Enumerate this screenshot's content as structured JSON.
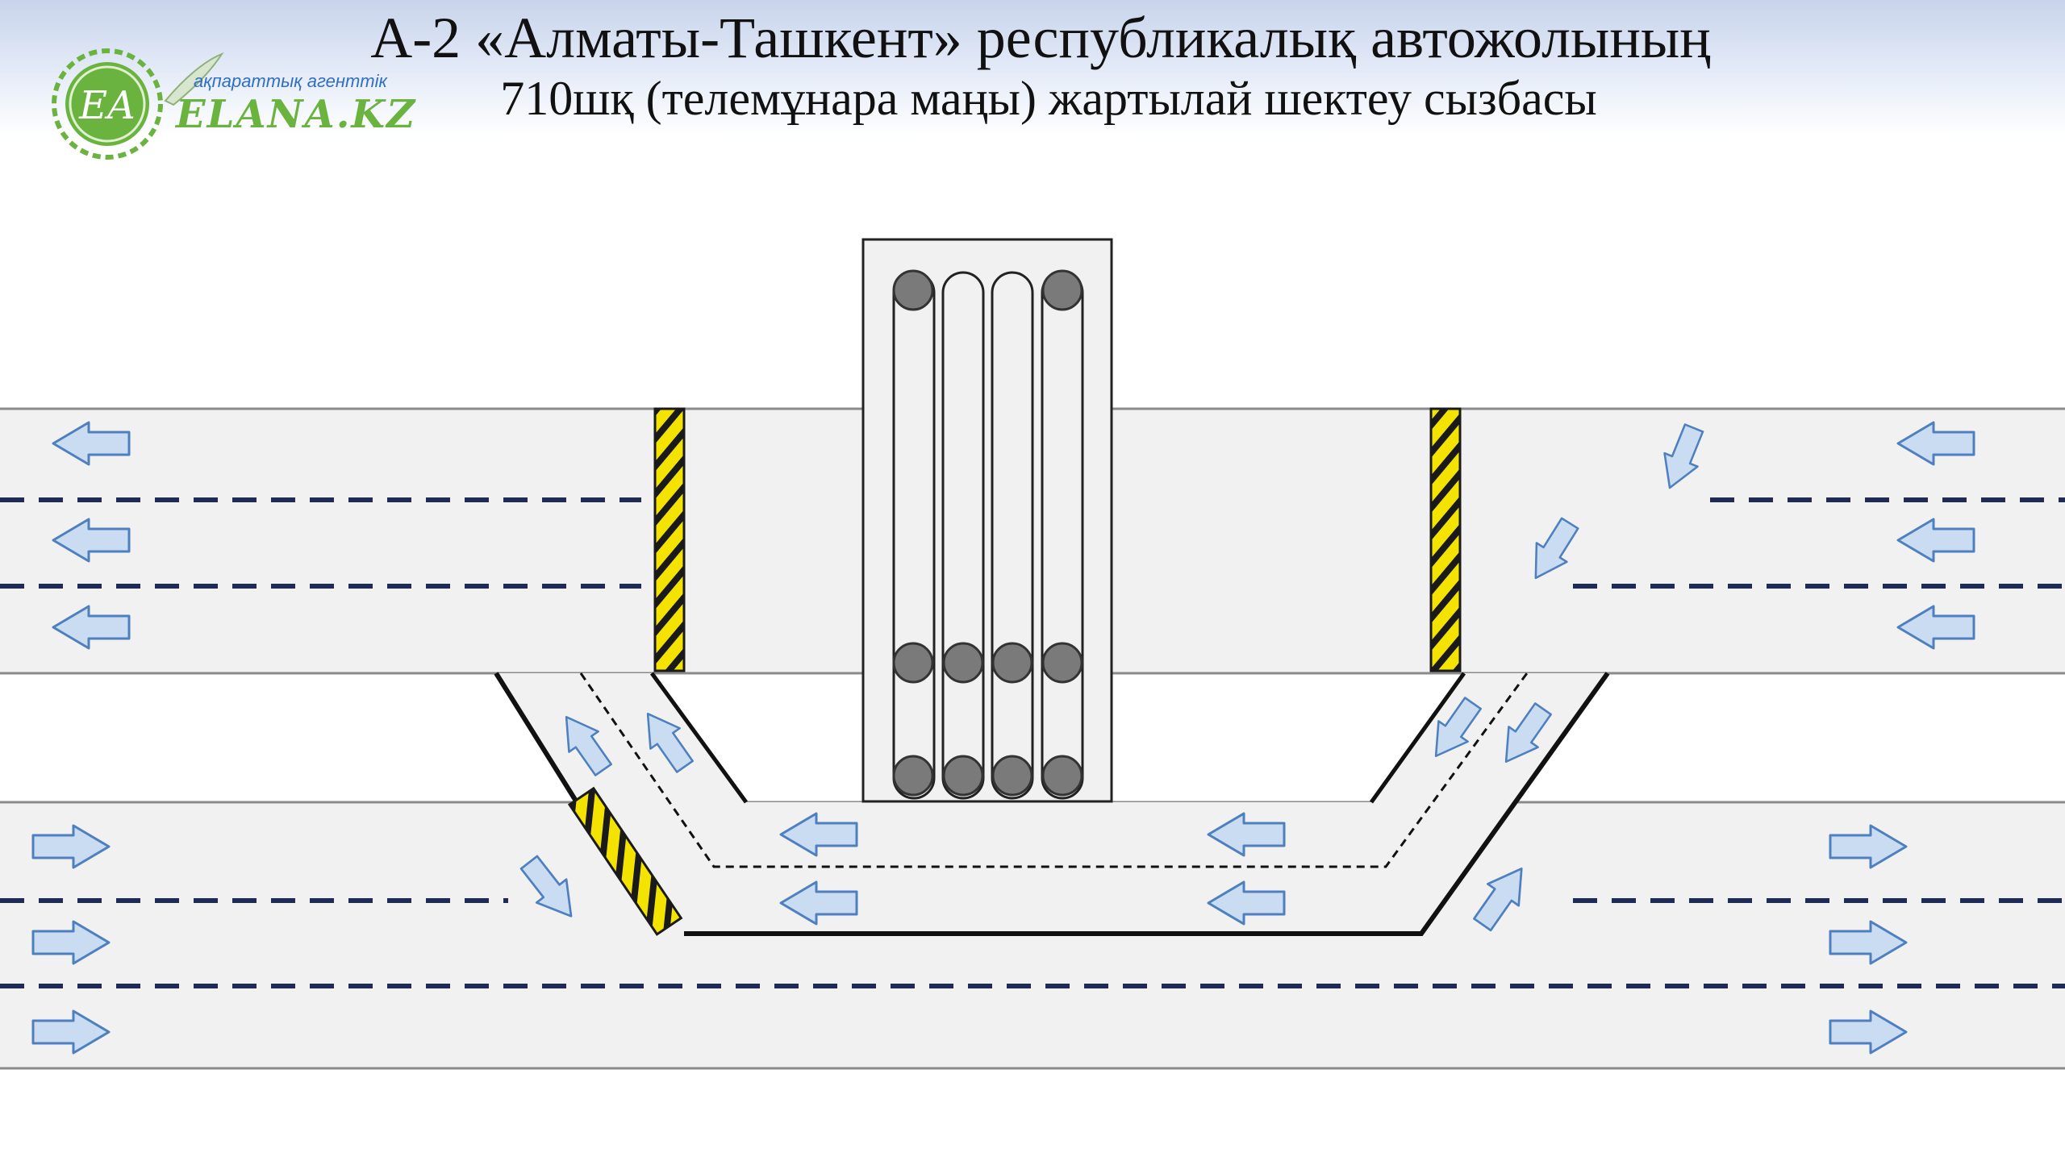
{
  "header": {
    "title_line_1": "А-2  «Алматы-Ташкент»  республикалық  автожолының",
    "title_line_2": "710шқ (телемұнара маңы) жартылай шектеу сызбасы"
  },
  "logo": {
    "monogram": "EA",
    "caption": "ақпараттық агенттік",
    "name": "ELANA.KZ"
  },
  "colors": {
    "road": "#f1f1f1",
    "road_edge": "#8a8a8a",
    "lane_dash": "#1d2b55",
    "arrow_fill": "#c9dcf2",
    "arrow_stroke": "#4e7fbf",
    "barrier_fill": "#f4e300",
    "barrier_stroke": "#1a1a1a",
    "logo_green": "#6ab33f",
    "logo_blue": "#2f6fc4"
  },
  "icons": {
    "direction_arrow": "arrow-icon",
    "barrier": "striped-barrier",
    "overpass_lamp": "gray-circle"
  }
}
